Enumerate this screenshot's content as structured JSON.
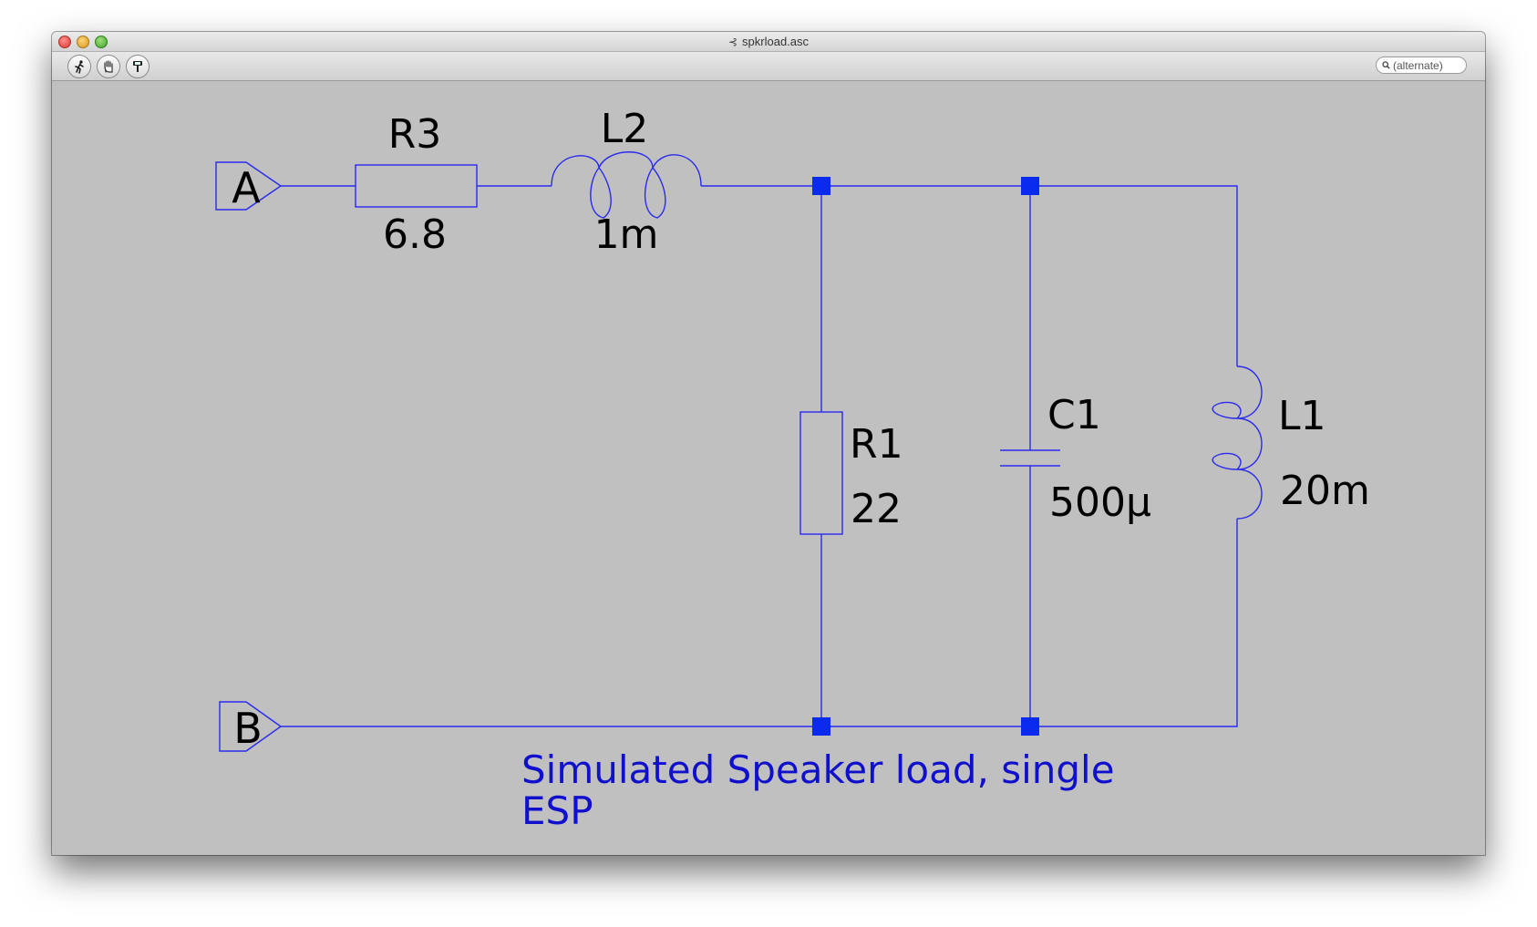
{
  "window": {
    "title": "spkrload.asc",
    "title_icon": "schematic-icon"
  },
  "toolbar": {
    "buttons": [
      {
        "name": "run-button",
        "icon": "running-man-icon"
      },
      {
        "name": "halt-button",
        "icon": "hand-icon"
      },
      {
        "name": "probe-button",
        "icon": "probe-icon"
      }
    ],
    "search_placeholder": "(alternate)"
  },
  "schematic": {
    "wire_color": "#2a2aee",
    "junction_color": "#0a2af0",
    "comment_color": "#1010cc",
    "ports": [
      {
        "label": "A"
      },
      {
        "label": "B"
      }
    ],
    "components": [
      {
        "ref": "R3",
        "value": "6.8",
        "type": "resistor"
      },
      {
        "ref": "L2",
        "value": "1m",
        "type": "inductor"
      },
      {
        "ref": "R1",
        "value": "22",
        "type": "resistor"
      },
      {
        "ref": "C1",
        "value": "500µ",
        "type": "capacitor"
      },
      {
        "ref": "L1",
        "value": "20m",
        "type": "inductor"
      }
    ],
    "comment_lines": [
      "Simulated Speaker load, single",
      "ESP"
    ]
  }
}
